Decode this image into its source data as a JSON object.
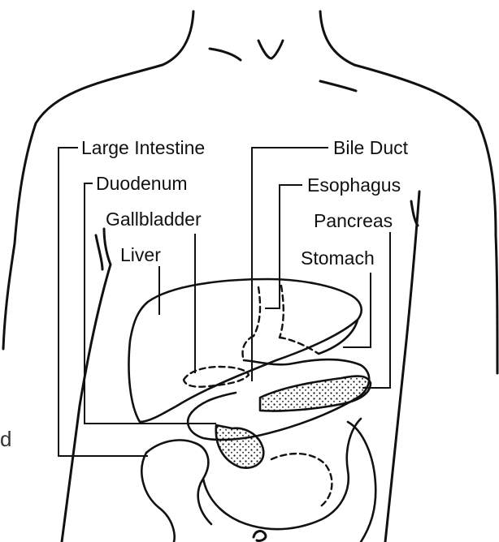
{
  "labels": {
    "large_intestine": "Large Intestine",
    "duodenum": "Duodenum",
    "gallbladder": "Gallbladder",
    "liver": "Liver",
    "bile_duct": "Bile Duct",
    "esophagus": "Esophagus",
    "pancreas": "Pancreas",
    "stomach": "Stomach"
  },
  "edge_fragment": "d"
}
